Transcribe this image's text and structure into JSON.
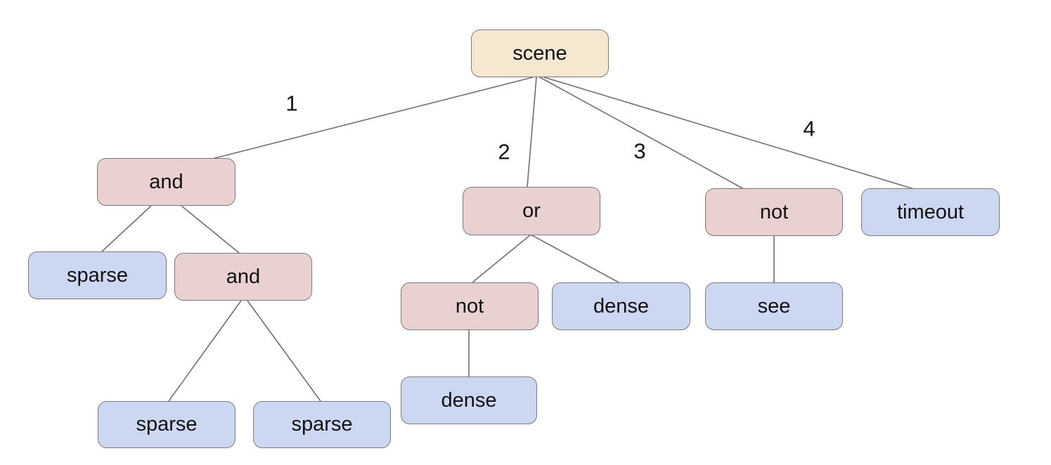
{
  "diagram": {
    "type": "tree",
    "root_label": "scene",
    "nodes": [
      {
        "id": "scene",
        "label": "scene",
        "kind": "root"
      },
      {
        "id": "and-1",
        "label": "and",
        "kind": "operator"
      },
      {
        "id": "or-1",
        "label": "or",
        "kind": "operator"
      },
      {
        "id": "not-1",
        "label": "not",
        "kind": "operator"
      },
      {
        "id": "timeout-1",
        "label": "timeout",
        "kind": "leaf"
      },
      {
        "id": "sparse-1",
        "label": "sparse",
        "kind": "leaf"
      },
      {
        "id": "and-2",
        "label": "and",
        "kind": "operator"
      },
      {
        "id": "not-2",
        "label": "not",
        "kind": "operator"
      },
      {
        "id": "dense-1",
        "label": "dense",
        "kind": "leaf"
      },
      {
        "id": "see-1",
        "label": "see",
        "kind": "leaf"
      },
      {
        "id": "dense-2",
        "label": "dense",
        "kind": "leaf"
      },
      {
        "id": "sparse-2",
        "label": "sparse",
        "kind": "leaf"
      },
      {
        "id": "sparse-3",
        "label": "sparse",
        "kind": "leaf"
      }
    ],
    "edges": [
      {
        "from": "scene",
        "to": "and-1",
        "label": "1"
      },
      {
        "from": "scene",
        "to": "or-1",
        "label": "2"
      },
      {
        "from": "scene",
        "to": "not-1",
        "label": "3"
      },
      {
        "from": "scene",
        "to": "timeout-1",
        "label": "4"
      },
      {
        "from": "and-1",
        "to": "sparse-1",
        "label": ""
      },
      {
        "from": "and-1",
        "to": "and-2",
        "label": ""
      },
      {
        "from": "and-2",
        "to": "sparse-2",
        "label": ""
      },
      {
        "from": "and-2",
        "to": "sparse-3",
        "label": ""
      },
      {
        "from": "or-1",
        "to": "not-2",
        "label": ""
      },
      {
        "from": "or-1",
        "to": "dense-1",
        "label": ""
      },
      {
        "from": "not-2",
        "to": "dense-2",
        "label": ""
      },
      {
        "from": "not-1",
        "to": "see-1",
        "label": ""
      }
    ],
    "colors": {
      "root_fill": "#f5e7d0",
      "operator_fill": "#e9d1d1",
      "leaf_fill": "#ccd8f2",
      "node_border": "#7a7a7a",
      "edge_line": "#6f6f6f",
      "edge_label_color": "#111111",
      "background": "#ffffff"
    }
  }
}
